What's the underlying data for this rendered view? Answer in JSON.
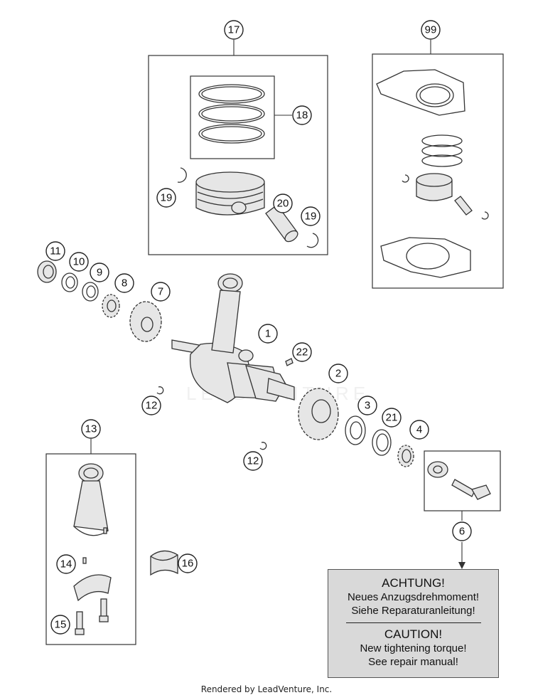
{
  "callouts": [
    "17",
    "99",
    "18",
    "19",
    "20",
    "19",
    "11",
    "10",
    "9",
    "8",
    "7",
    "1",
    "22",
    "2",
    "12",
    "3",
    "21",
    "4",
    "12",
    "13",
    "6",
    "14",
    "16",
    "15"
  ],
  "warning": {
    "de_title": "ACHTUNG!",
    "de_line1": "Neues Anzugsdrehmoment!",
    "de_line2": "Siehe Reparaturanleitung!",
    "en_title": "CAUTION!",
    "en_line1": "New tightening torque!",
    "en_line2": "See repair manual!"
  },
  "watermark": "LEADVENTURE",
  "footer": "Rendered by LeadVenture, Inc."
}
